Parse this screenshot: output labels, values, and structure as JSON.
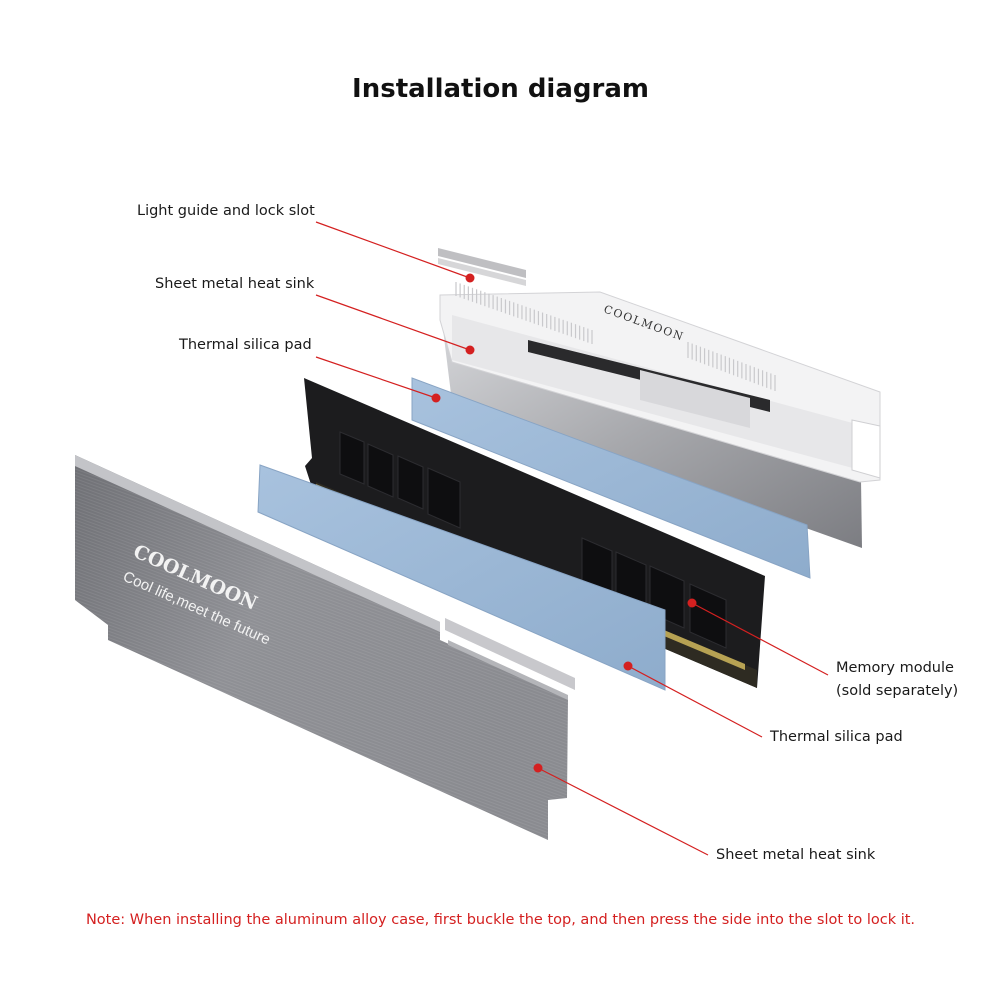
{
  "title": "Installation diagram",
  "labels": {
    "light_guide": "Light guide and lock slot",
    "sheet_metal_top": "Sheet metal heat sink",
    "thermal_pad_top": "Thermal silica pad",
    "memory_line1": "Memory module",
    "memory_line2": "(sold separately)",
    "thermal_pad_bottom": "Thermal silica pad",
    "sheet_metal_bottom": "Sheet metal heat sink"
  },
  "branding": {
    "rear_logo": "COOLMOON",
    "front_logo": "COOLMOON",
    "front_slogan": "Cool life,meet the future"
  },
  "note": "Note: When installing the aluminum alloy case, first buckle the top, and then press the side into the slot to lock it.",
  "colors": {
    "leader_line": "#d42020",
    "note_text": "#d42020",
    "thermal_pad": "#9bb7d6",
    "heat_sink": "#8e8f94",
    "memory_pcb": "#1c1c1e",
    "light_guide": "#f4f4f4"
  }
}
